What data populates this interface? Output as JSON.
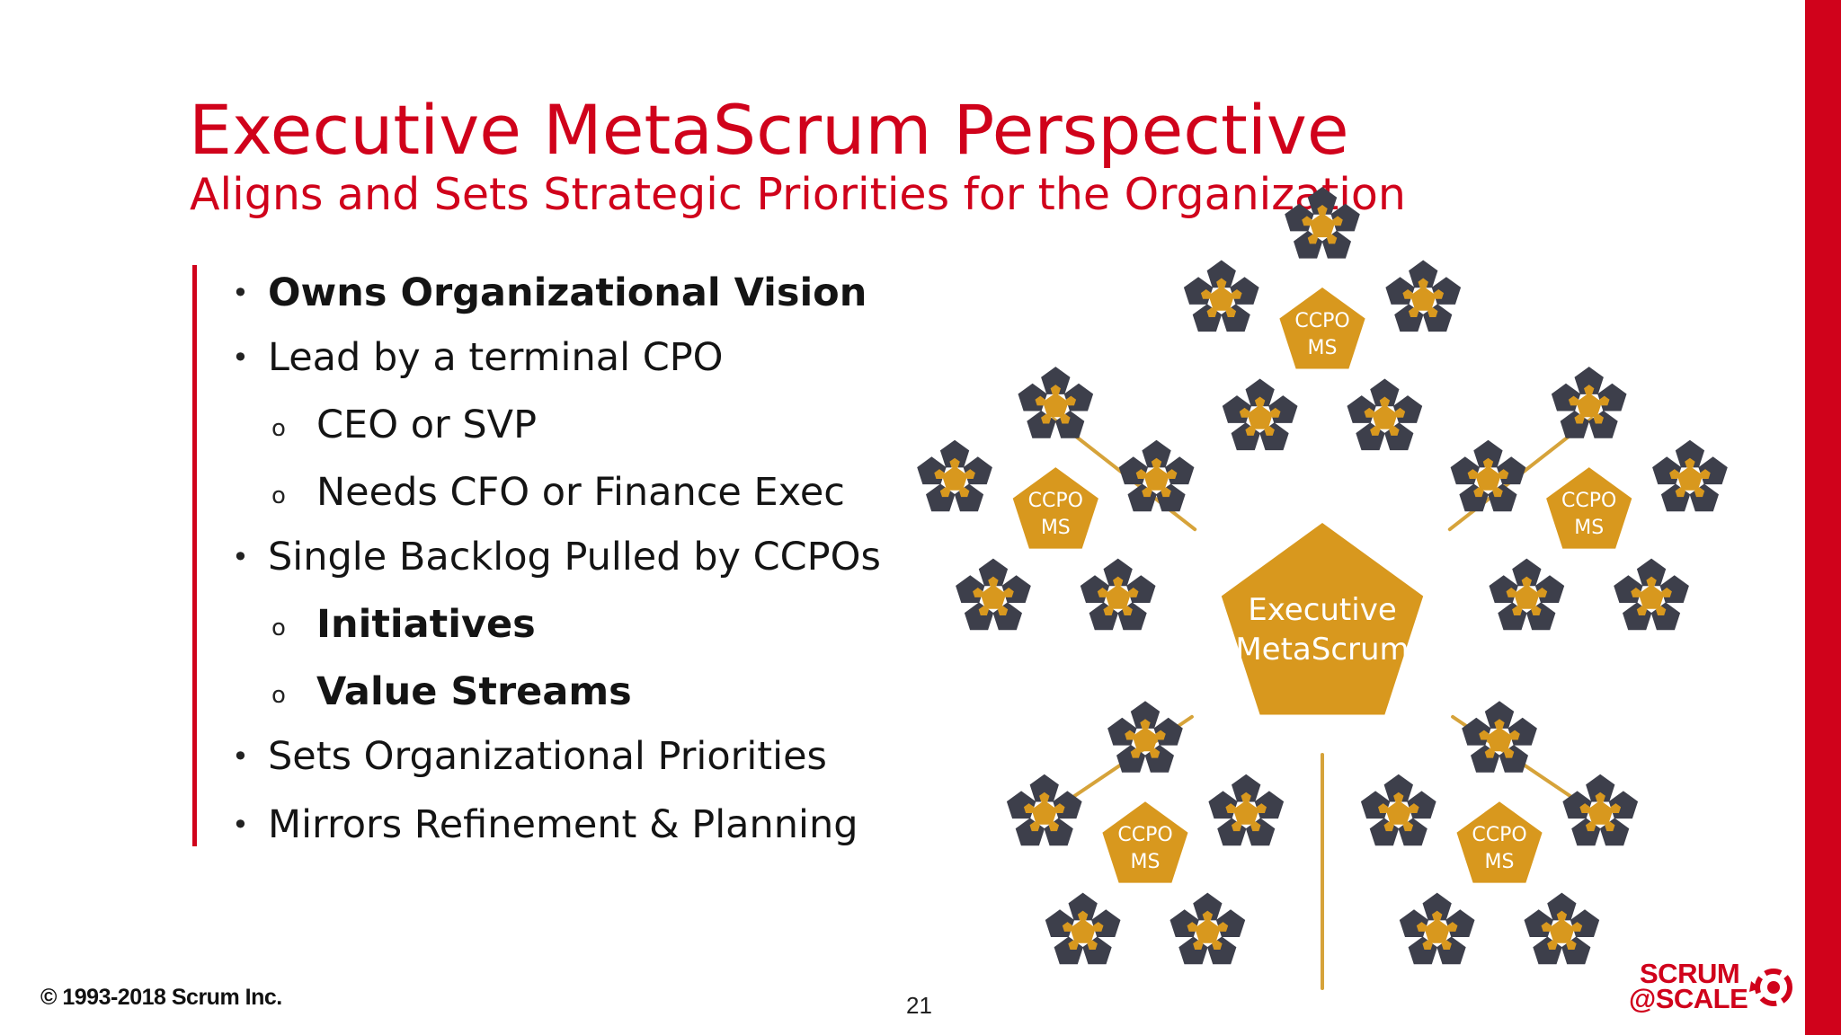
{
  "slide": {
    "title": "Executive MetaScrum Perspective",
    "subtitle": "Aligns and Sets Strategic Priorities for the Organization",
    "bullets": [
      {
        "level": 1,
        "text": "Owns Organizational Vision",
        "bold": true
      },
      {
        "level": 1,
        "text": "Lead by a terminal CPO",
        "bold": false
      },
      {
        "level": 2,
        "text": "CEO or SVP",
        "bold": false
      },
      {
        "level": 2,
        "text": "Needs CFO or Finance Exec",
        "bold": false
      },
      {
        "level": 1,
        "text": "Single Backlog Pulled by CCPOs",
        "bold": false
      },
      {
        "level": 2,
        "text": "Initiatives",
        "bold": true
      },
      {
        "level": 2,
        "text": "Value Streams",
        "bold": true
      },
      {
        "level": 1,
        "text": "Sets Organizational Priorities",
        "bold": false
      },
      {
        "level": 1,
        "text": "Mirrors Refinement & Planning",
        "bold": false
      }
    ],
    "bullet_marks": {
      "level1": "•",
      "level2": "o"
    },
    "diagram": {
      "center_label": [
        "Executive",
        "MetaScrum"
      ],
      "group_label": [
        "CCPO",
        "MS"
      ],
      "group_count": 5,
      "colors": {
        "gold": "#d8981e",
        "dark": "#3d3f4b",
        "line": "#d6a33a"
      }
    },
    "footer": {
      "copyright": "© 1993-2018 Scrum Inc.",
      "page_number": "21",
      "logo_line1": "SCRUM",
      "logo_line2": "@SCALE"
    },
    "colors": {
      "accent": "#d0021b",
      "text": "#141414"
    }
  }
}
